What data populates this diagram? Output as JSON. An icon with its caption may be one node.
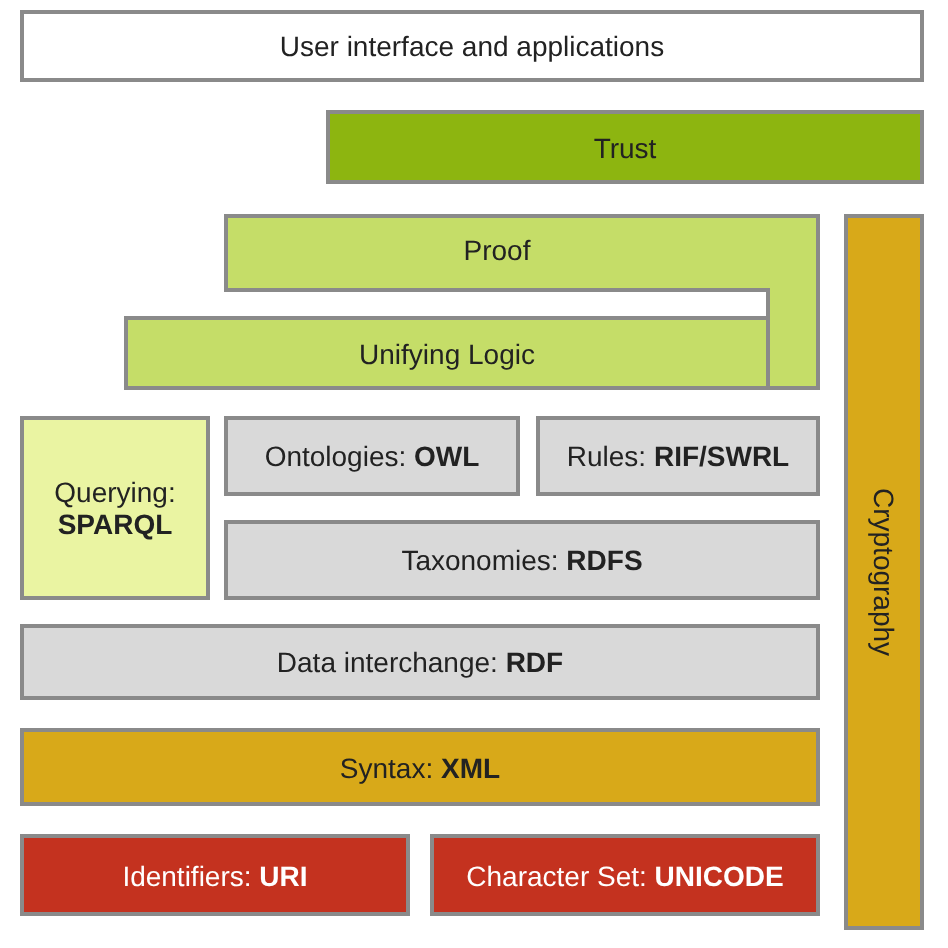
{
  "diagram": {
    "nodes": [
      {
        "text": [
          "User interface and applications"
        ]
      },
      {
        "text": [
          "Trust"
        ]
      },
      {
        "text": [
          "Proof"
        ]
      },
      {
        "text": [
          "Cryptography"
        ]
      },
      {
        "text": [
          "Unifying Logic"
        ]
      },
      {
        "text": [
          "Querying: **SPARQL**"
        ]
      },
      {
        "text": [
          "Ontologies: **OWL**"
        ]
      },
      {
        "text": [
          "Rules: **RIF/SWRL**"
        ]
      },
      {
        "text": [
          "Taxonomies: **RDFS**"
        ]
      },
      {
        "text": [
          "Data interchange: **RDF**"
        ]
      },
      {
        "text": [
          "Syntax: **XML**"
        ]
      },
      {
        "text": [
          "Identifiers: **URI**"
        ]
      },
      {
        "text": [
          "Character Set: **UNICODE**"
        ]
      }
    ],
    "edges": []
  }
}
